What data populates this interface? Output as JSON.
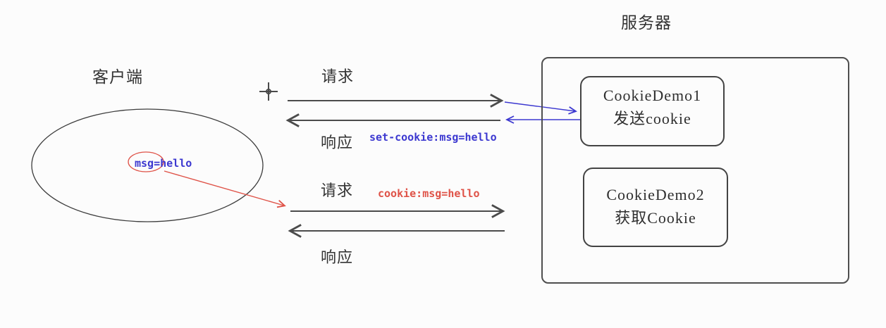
{
  "diagram": {
    "client": {
      "label": "客户端",
      "stored_cookie": "msg=hello"
    },
    "server": {
      "label": "服务器",
      "servlets": [
        {
          "title": "CookieDemo1",
          "subtitle": "发送cookie"
        },
        {
          "title": "CookieDemo2",
          "subtitle": "获取Cookie"
        }
      ]
    },
    "flows": {
      "request1": {
        "label": "请求"
      },
      "response1": {
        "label": "响应",
        "annotation": "set-cookie:msg=hello"
      },
      "request2": {
        "label": "请求",
        "annotation": "cookie:msg=hello"
      },
      "response2": {
        "label": "响应"
      }
    }
  },
  "colors": {
    "annotation_blue": "#3c38d0",
    "annotation_red": "#df5348",
    "line": "#4b4b4b"
  }
}
